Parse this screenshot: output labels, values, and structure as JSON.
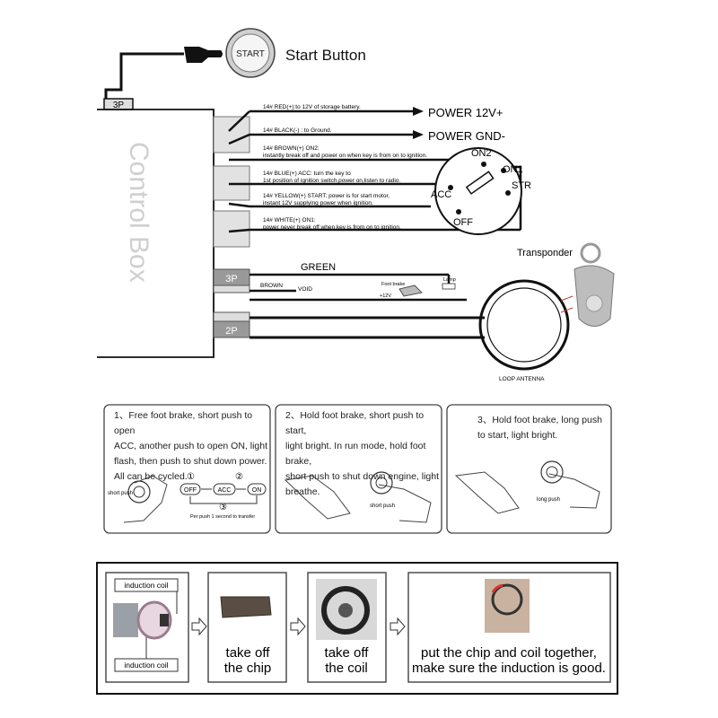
{
  "start_button": {
    "button_text": "START",
    "label": "Start Button"
  },
  "connector_top": "3P",
  "control_box_label": "Control Box",
  "wires": [
    {
      "desc": "14# RED(+):to 12V of storage battery.",
      "line2": "",
      "target": "POWER 12V+"
    },
    {
      "desc": "14# BLACK(-) : to Ground.",
      "line2": "",
      "target": "POWER GND-"
    },
    {
      "desc": "14# BROWN(+)    ON2:",
      "line2": "instantly break off and power on when key is from on to  ignition.",
      "target": ""
    },
    {
      "desc": "14# BLUE(+)    ACC:  turn the key to",
      "line2": "1st position of ignition switch,power on,listen to radio.",
      "target": ""
    },
    {
      "desc": "14# YELLOW(+)    START:  power is for start motor,",
      "line2": "instant 12V supplying power when ignition.",
      "target": ""
    },
    {
      "desc": "14# WHITE(+)    ON1:",
      "line2": "power never break off when key is from on to ignition.",
      "target": ""
    }
  ],
  "ignition_positions": {
    "on2": "ON2",
    "on1": "ON1",
    "acc": "ACC",
    "str": "STR",
    "off": "OFF"
  },
  "connector_3p": {
    "label": "3P",
    "green": "GREEN",
    "brown": "BROWN",
    "void": "VOID",
    "foot_brake": "Foot brake",
    "lamp": "Lamp",
    "v12": "+12V"
  },
  "connector_2p": {
    "label": "2P"
  },
  "transponder_label": "Transponder",
  "loop_antenna_label": "LOOP ANTENNA",
  "instructions": [
    {
      "text": [
        "1、Free foot brake, short push to open",
        "ACC, another push to open ON, light",
        "flash, then push to shut down power.",
        "All can be cycled."
      ]
    },
    {
      "text": [
        "2、Hold foot brake, short push to start,",
        "light bright. In run mode, hold foot brake,",
        "short push to shut down engine, light",
        "breathe."
      ]
    },
    {
      "text": [
        "3、Hold foot brake, long push",
        "to start, light bright."
      ]
    }
  ],
  "cycle": {
    "n1": "①",
    "n2": "②",
    "n3": "③",
    "off": "OFF",
    "acc": "ACC",
    "on": "ON",
    "note": "Per push 1 second to transfer"
  },
  "push_labels": {
    "short_push": "short push",
    "short_push_2": "short  push",
    "long_push": "long  push"
  },
  "install_steps": {
    "coil_top": "induction coil",
    "coil_bottom": "induction coil",
    "step2": [
      "take off",
      "the chip"
    ],
    "step3": [
      "take off",
      "the coil"
    ],
    "step4": [
      "put the chip and coil together,",
      "make sure the induction is good."
    ]
  }
}
